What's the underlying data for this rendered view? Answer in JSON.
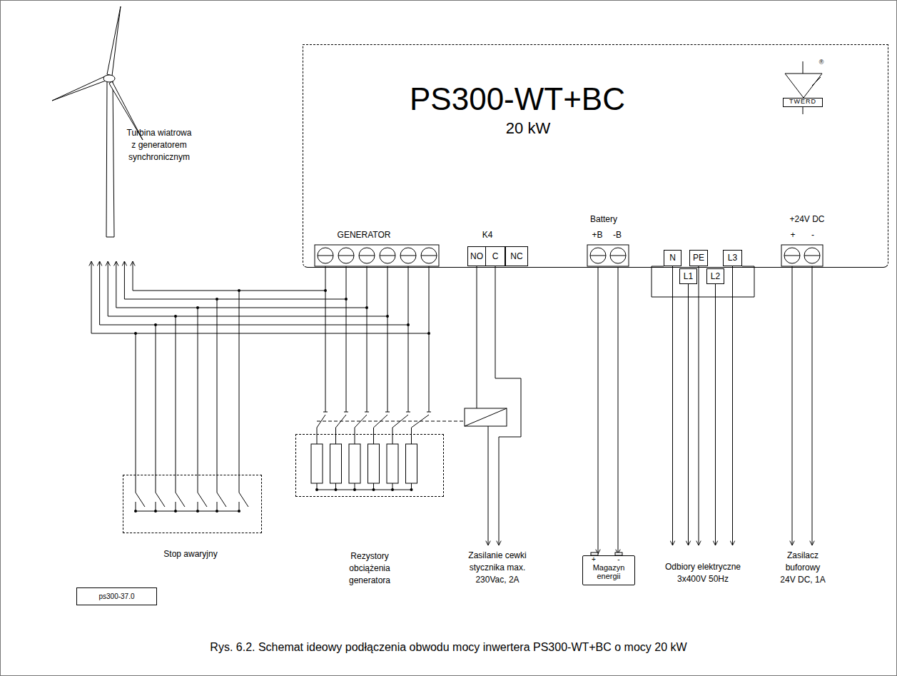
{
  "diagram": {
    "caption": "Rys. 6.2. Schemat ideowy podłączenia obwodu mocy inwertera PS300-WT+BC o mocy 20 kW",
    "nodes": [
      {
        "text": [
          "PS300-WT+BC",
          "20 kW"
        ]
      },
      {
        "text": [
          "TWERD"
        ],
        "in": 0
      },
      {
        "text": [
          "NO"
        ],
        "in": 0
      },
      {
        "text": [
          "C"
        ],
        "in": 0
      },
      {
        "text": [
          "NC"
        ],
        "in": 0
      },
      {
        "text": [
          "N"
        ],
        "in": 0
      },
      {
        "text": [
          "PE"
        ],
        "in": 0
      },
      {
        "text": [
          "L3"
        ],
        "in": 0
      },
      {
        "text": [
          "L1"
        ]
      },
      {
        "text": [
          "L2"
        ]
      },
      {
        "text": [
          "Stop awaryjny"
        ]
      },
      {
        "text": [
          "Rezystory obciążenia generatora"
        ]
      },
      {
        "text": [
          "+",
          "-",
          "Magazyn energii"
        ]
      },
      {
        "text": [
          "ps300-37.0"
        ]
      }
    ],
    "edges": [
      {
        "from": 0,
        "to": 12,
        "arrow": "to"
      },
      {
        "from": 0,
        "to": 12,
        "arrow": "to"
      }
    ],
    "labels": [
      "Turbina wiatrowa z generatorem synchronicznym",
      "GENERATOR",
      "K4",
      "Battery",
      "+B",
      "-B",
      "+24V DC",
      "+",
      "-",
      "®",
      "Zasilanie cewki stycznika max. 230Vac, 2A",
      "Odbiory elektryczne 3x400V 50Hz",
      "Zasilacz buforowy 24V DC, 1A"
    ]
  }
}
